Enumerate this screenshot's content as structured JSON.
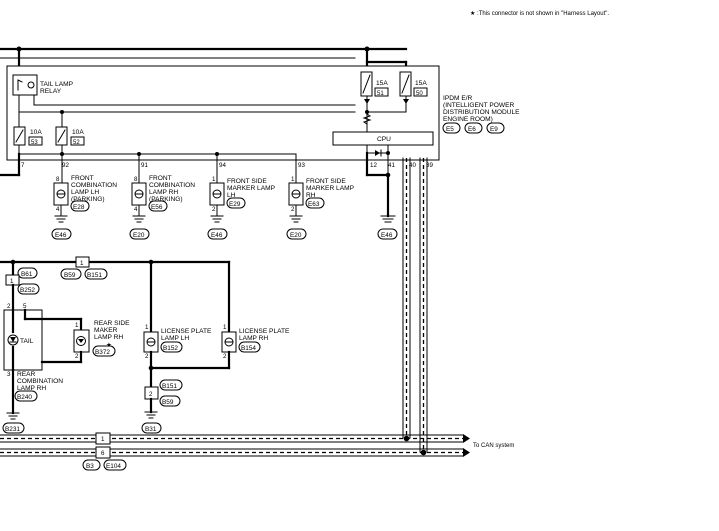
{
  "note": "★ :This connector is not shown in \"Harness Layout\".",
  "ipdm": {
    "title_lines": [
      "IPDM E/R",
      "(INTELLIGENT POWER",
      "DISTRIBUTION MODULE",
      "ENGINE ROOM)"
    ],
    "connectors": [
      "E5",
      "E6",
      "E9"
    ],
    "cpu_label": "CPU",
    "relay_lines": [
      "TAIL LAMP",
      "RELAY"
    ],
    "fuses": [
      {
        "amp": "10A",
        "num": "53"
      },
      {
        "amp": "10A",
        "num": "52"
      },
      {
        "amp": "15A",
        "num": "51"
      },
      {
        "amp": "15A",
        "num": "50"
      }
    ],
    "terminals": [
      "7",
      "92",
      "91",
      "94",
      "93",
      "12",
      "41",
      "40",
      "39"
    ]
  },
  "front_lamps": [
    {
      "pin_top": "8",
      "pin_bottom": "4",
      "lines": [
        "FRONT",
        "COMBINATION",
        "LAMP LH",
        "(PARKING)"
      ],
      "conn": "E28",
      "ground": "E46"
    },
    {
      "pin_top": "8",
      "pin_bottom": "4",
      "lines": [
        "FRONT",
        "COMBINATION",
        "LAMP RH",
        "(PARKING)"
      ],
      "conn": "E56",
      "ground": "E20"
    },
    {
      "pin_top": "1",
      "pin_bottom": "2",
      "lines": [
        "FRONT SIDE",
        "MARKER LAMP",
        "LH"
      ],
      "conn": "E29",
      "ground": "E46"
    },
    {
      "pin_top": "1",
      "pin_bottom": "2",
      "lines": [
        "FRONT SIDE",
        "MARKER LAMP",
        "RH"
      ],
      "conn": "E63",
      "ground": "E20"
    }
  ],
  "ipdm_ground": "E46",
  "joint": {
    "pin": "1",
    "conns": [
      "B59",
      "B151"
    ]
  },
  "b61": {
    "conn": "B61",
    "pin": "1",
    "conn2": "B252"
  },
  "rear_combo": {
    "pins": [
      "2",
      "5",
      "3"
    ],
    "tail": "TAIL",
    "lines": [
      "REAR",
      "COMBINATION",
      "LAMP RH"
    ],
    "conn": "B240",
    "ground": "B231"
  },
  "rear_side_marker": {
    "pins": [
      "1",
      "2"
    ],
    "lines": [
      "REAR SIDE",
      "MAKER",
      "LAMP RH"
    ],
    "conn": "B372",
    "star": "★"
  },
  "license_lh": {
    "pins": [
      "1",
      "2"
    ],
    "lines": [
      "LICENSE PLATE",
      "LAMP LH"
    ],
    "conn": "B152"
  },
  "license_rh": {
    "pins": [
      "1",
      "2"
    ],
    "lines": [
      "LICENSE PLATE",
      "LAMP RH"
    ],
    "conn": "B154"
  },
  "b151_joint": {
    "conn": "B151",
    "pin": "2",
    "conn2": "B59",
    "ground": "B31"
  },
  "can": {
    "label": "To CAN system",
    "pins": [
      "1",
      "6"
    ],
    "conns": [
      "B3",
      "E104"
    ]
  }
}
